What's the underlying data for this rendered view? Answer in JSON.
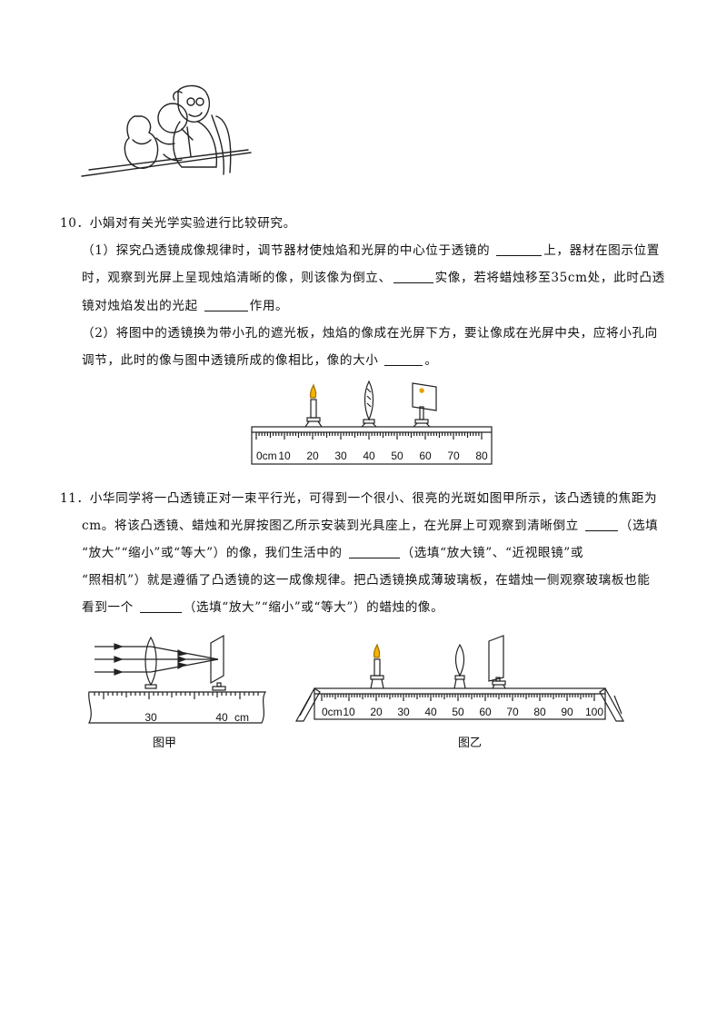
{
  "q10": {
    "number": "10．",
    "stem": "小娟对有关光学实验进行比较研究。",
    "p1_l1a": "（1）探究凸透镜成像规律时，调节器材使烛焰和光屏的中心位于透镜的",
    "p1_l1b": "上，器材在图示位置",
    "p1_l2a": "时，观察到光屏上呈现烛焰清晰的像，则该像为倒立、",
    "p1_l2b": "实像，若将蜡烛移至",
    "p1_l2c": "35cm",
    "p1_l2d": "处，此时凸透",
    "p1_l3a": "镜对烛焰发出的光起",
    "p1_l3b": "作用。",
    "p2_l1": "（2）将图中的透镜换为带小孔的遮光板，烛焰的像成在光屏下方，要让像成在光屏中央，应将小孔向",
    "p2_l2a": "调节，此时的像与图中透镜所成的像相比，像的大小",
    "p2_l2b": "。",
    "ruler_labels": [
      "0cm",
      "10",
      "20",
      "30",
      "40",
      "50",
      "60",
      "70",
      "80"
    ]
  },
  "q11": {
    "number": "11．",
    "l1": "小华同学将一凸透镜正对一束平行光，可得到一个很小、很亮的光斑如图甲所示，该凸透镜的焦距为",
    "l2a": "cm。将该凸透镜、蜡烛和光屏按图乙所示安装到光具座上，在光屏上可观察到清晰倒立",
    "l2b": "（选填",
    "l3a": "“放大”“缩小”或“等大”）的像，我们生活中的",
    "l3b": "（选填“放大镜”、“近视眼镜”或",
    "l4": "“照相机”）就是遵循了凸透镜的这一成像规律。把凸透镜换成薄玻璃板，在蜡烛一侧观察玻璃板也能",
    "l5a": "看到一个",
    "l5b": "（选填“放大”“缩小”或“等大”）的蜡烛的像。",
    "fig_a_caption": "图甲",
    "fig_b_caption": "图乙",
    "fig_a_labels": [
      "30",
      "40",
      "cm"
    ],
    "fig_b_labels": [
      "0cm",
      "10",
      "20",
      "30",
      "40",
      "50",
      "60",
      "70",
      "80",
      "90",
      "100"
    ]
  }
}
